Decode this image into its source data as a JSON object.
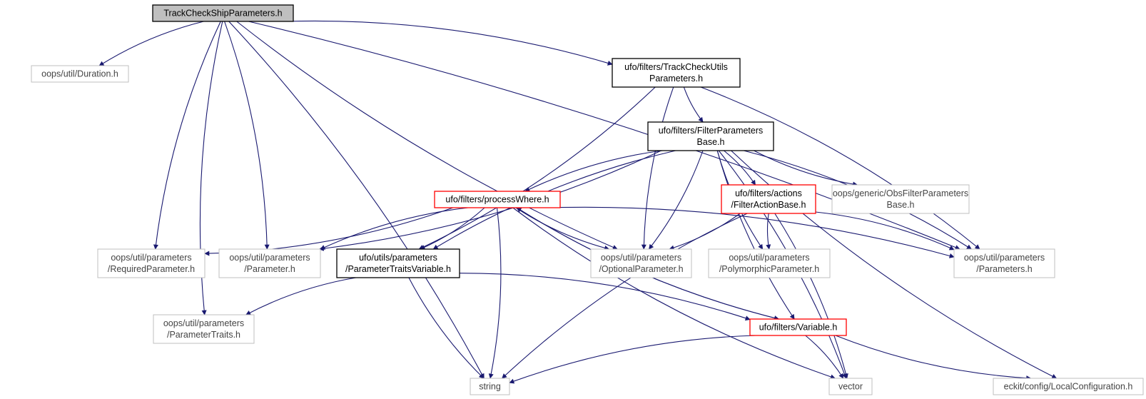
{
  "colors": {
    "edge": "#191970",
    "root_fill": "#bfbfbf",
    "border_documented": "#000000",
    "border_truncated": "#ff0000",
    "border_external": "#bfbfbf"
  },
  "nodes": [
    {
      "id": "root",
      "lines": [
        "TrackCheckShipParameters.h"
      ],
      "kind": "root"
    },
    {
      "id": "duration",
      "lines": [
        "oops/util/Duration.h"
      ],
      "kind": "external"
    },
    {
      "id": "trackutils",
      "lines": [
        "ufo/filters/TrackCheckUtils",
        "Parameters.h"
      ],
      "kind": "documented"
    },
    {
      "id": "filterbase",
      "lines": [
        "ufo/filters/FilterParameters",
        "Base.h"
      ],
      "kind": "documented"
    },
    {
      "id": "processwhere",
      "lines": [
        "ufo/filters/processWhere.h"
      ],
      "kind": "truncated"
    },
    {
      "id": "filteraction",
      "lines": [
        "ufo/filters/actions",
        "/FilterActionBase.h"
      ],
      "kind": "truncated"
    },
    {
      "id": "obsfilter",
      "lines": [
        "oops/generic/ObsFilterParameters",
        "Base.h"
      ],
      "kind": "external"
    },
    {
      "id": "requiredparam",
      "lines": [
        "oops/util/parameters",
        "/RequiredParameter.h"
      ],
      "kind": "external"
    },
    {
      "id": "param",
      "lines": [
        "oops/util/parameters",
        "/Parameter.h"
      ],
      "kind": "external"
    },
    {
      "id": "traitsvar",
      "lines": [
        "ufo/utils/parameters",
        "/ParameterTraitsVariable.h"
      ],
      "kind": "documented"
    },
    {
      "id": "optionalparam",
      "lines": [
        "oops/util/parameters",
        "/OptionalParameter.h"
      ],
      "kind": "external"
    },
    {
      "id": "polyparam",
      "lines": [
        "oops/util/parameters",
        "/PolymorphicParameter.h"
      ],
      "kind": "external"
    },
    {
      "id": "parameters",
      "lines": [
        "oops/util/parameters",
        "/Parameters.h"
      ],
      "kind": "external"
    },
    {
      "id": "traits",
      "lines": [
        "oops/util/parameters",
        "/ParameterTraits.h"
      ],
      "kind": "external"
    },
    {
      "id": "variable",
      "lines": [
        "ufo/filters/Variable.h"
      ],
      "kind": "truncated"
    },
    {
      "id": "string",
      "lines": [
        "string"
      ],
      "kind": "external"
    },
    {
      "id": "vector",
      "lines": [
        "vector"
      ],
      "kind": "external"
    },
    {
      "id": "localconfig",
      "lines": [
        "eckit/config/LocalConfiguration.h"
      ],
      "kind": "external"
    }
  ],
  "edges": [
    [
      "root",
      "duration"
    ],
    [
      "root",
      "trackutils"
    ],
    [
      "root",
      "requiredparam"
    ],
    [
      "root",
      "param"
    ],
    [
      "root",
      "optionalparam"
    ],
    [
      "root",
      "parameters"
    ],
    [
      "root",
      "traits"
    ],
    [
      "root",
      "string"
    ],
    [
      "trackutils",
      "filterbase"
    ],
    [
      "trackutils",
      "traitsvar"
    ],
    [
      "trackutils",
      "optionalparam"
    ],
    [
      "trackutils",
      "parameters"
    ],
    [
      "filterbase",
      "processwhere"
    ],
    [
      "filterbase",
      "filteraction"
    ],
    [
      "filterbase",
      "obsfilter"
    ],
    [
      "filterbase",
      "param"
    ],
    [
      "filterbase",
      "traitsvar"
    ],
    [
      "filterbase",
      "optionalparam"
    ],
    [
      "filterbase",
      "polyparam"
    ],
    [
      "filterbase",
      "parameters"
    ],
    [
      "filterbase",
      "variable"
    ],
    [
      "filterbase",
      "vector"
    ],
    [
      "filterbase",
      "localconfig"
    ],
    [
      "processwhere",
      "requiredparam"
    ],
    [
      "processwhere",
      "param"
    ],
    [
      "processwhere",
      "traitsvar"
    ],
    [
      "processwhere",
      "optionalparam"
    ],
    [
      "processwhere",
      "parameters"
    ],
    [
      "processwhere",
      "variable"
    ],
    [
      "processwhere",
      "string"
    ],
    [
      "processwhere",
      "vector"
    ],
    [
      "filteraction",
      "optionalparam"
    ],
    [
      "filteraction",
      "polyparam"
    ],
    [
      "filteraction",
      "parameters"
    ],
    [
      "filteraction",
      "string"
    ],
    [
      "filteraction",
      "vector"
    ],
    [
      "traitsvar",
      "traits"
    ],
    [
      "traitsvar",
      "variable"
    ],
    [
      "traitsvar",
      "string"
    ],
    [
      "variable",
      "processwhere"
    ],
    [
      "variable",
      "string"
    ],
    [
      "variable",
      "vector"
    ],
    [
      "variable",
      "localconfig"
    ]
  ]
}
